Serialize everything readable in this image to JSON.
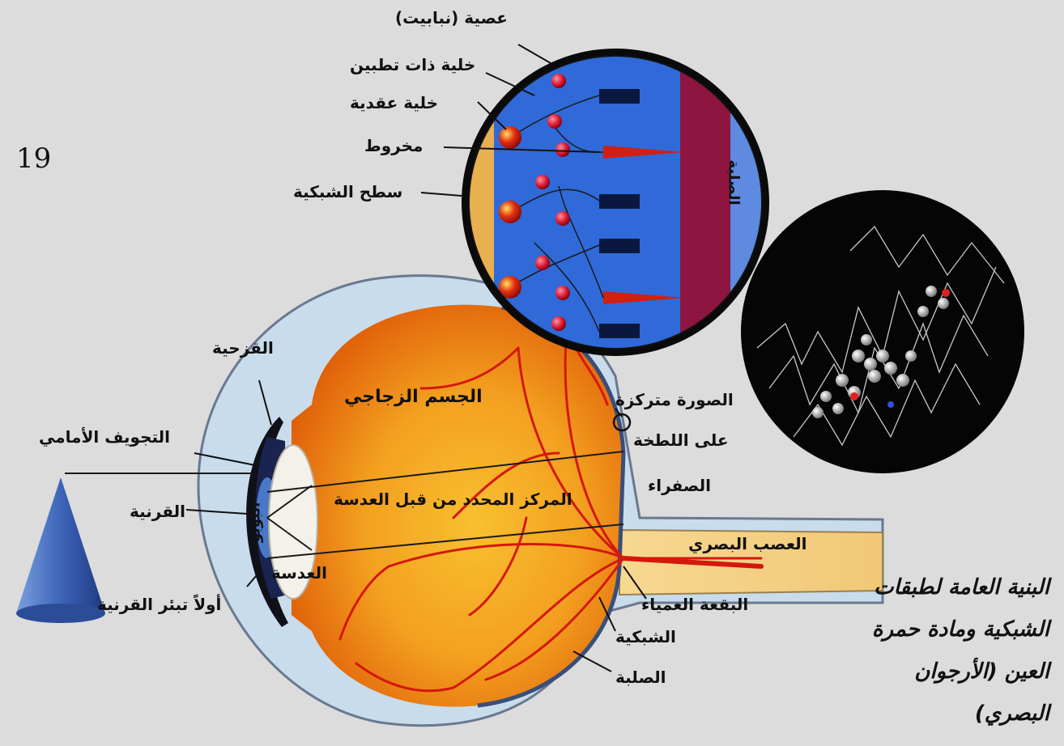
{
  "page_number": "19",
  "labels": {
    "rod": "عصية (نبابيت)",
    "amacrine": "خلية ذات تطبين",
    "ganglion": "خلية عقدية",
    "cone": "مخروط",
    "retina_surface": "سطح الشبكية",
    "sclera_inset": "الصلبة",
    "iris": "القزحية",
    "anterior_chamber": "التجويف الأمامي",
    "cornea": "القرنية",
    "pupil": "البؤبؤ",
    "lens": "العدسة",
    "first_cornea_refraction": "أولاً تبئر القرنية",
    "vitreous": "الجسم الزجاجي",
    "lens_focus": "المركز المحدد من قبل العدسة",
    "image_line1": "الصورة متركزة",
    "image_line2": "على اللطخة",
    "image_line3": "الصفراء",
    "optic_nerve": "العصب البصري",
    "blind_spot": "البقعة العمياء",
    "retina": "الشبكية",
    "sclera": "الصلبة"
  },
  "caption_lines": [
    "البنية العامة لطبقات",
    "الشبكية ومادة حمرة",
    "العين (الأرجوان",
    "البصري)"
  ],
  "colors": {
    "background": "#dcdcdc",
    "vitreous_orange": "#f07a10",
    "vitreous_yellow": "#f8c030",
    "retina_blue": "#2f6ad8",
    "sclera_crimson": "#8e1540",
    "vessel_red": "#d4180c",
    "cone_blue": "#4a78c8",
    "molecule_bg": "#050505"
  }
}
